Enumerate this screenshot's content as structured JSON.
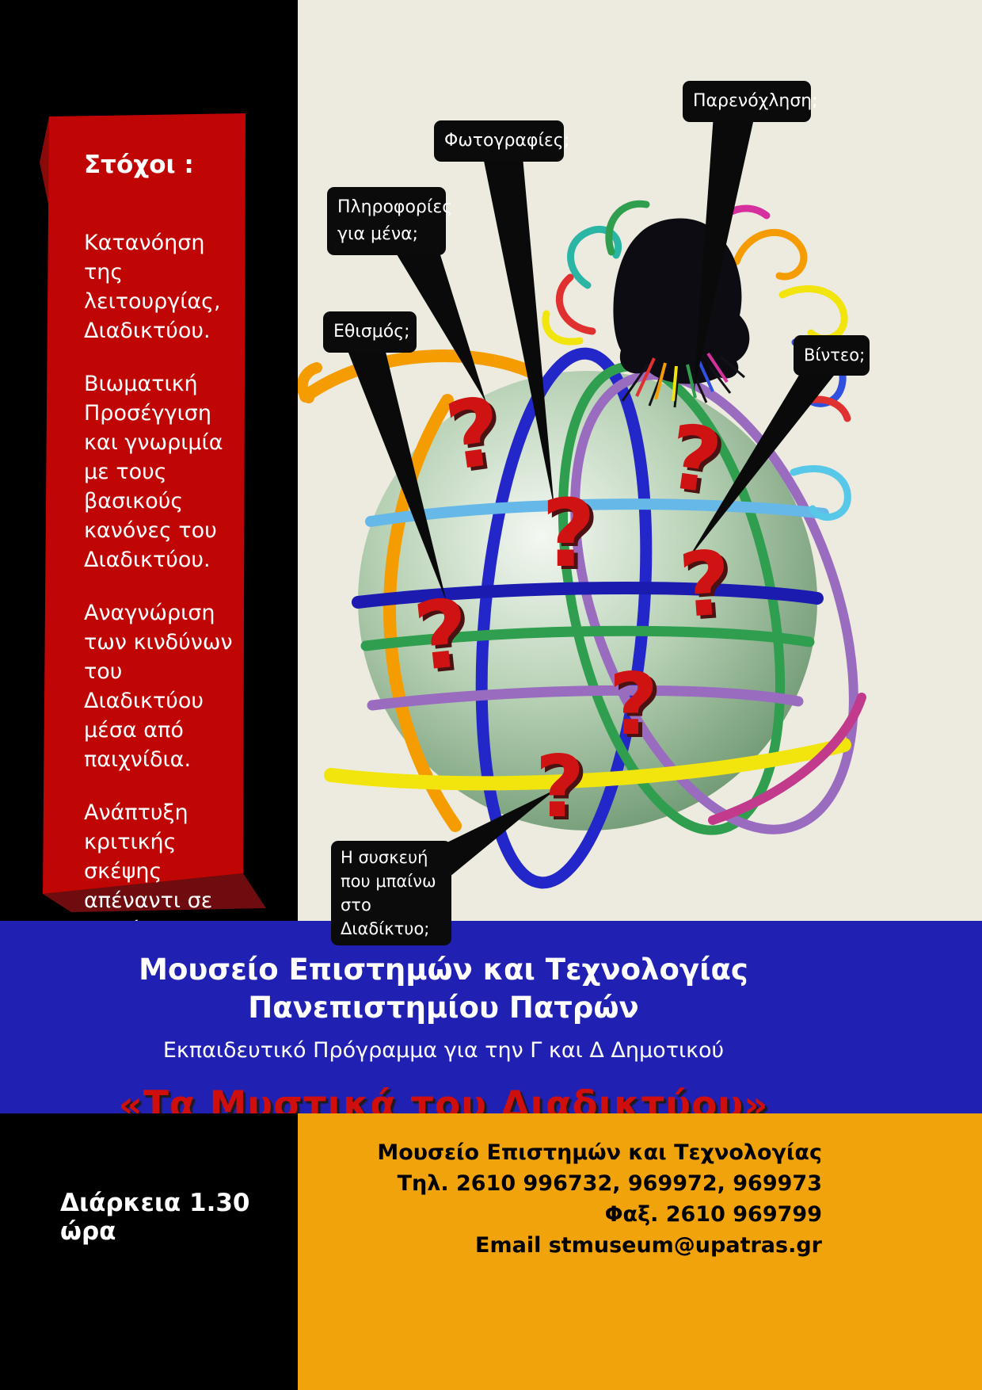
{
  "goals": {
    "title": "Στόχοι :",
    "items": [
      "Κατανόηση της λειτουργίας, Διαδικτύου.",
      "Βιωματική Προσέγγιση και γνωριμία με τους βασικούς κανόνες του Διαδικτύου.",
      "Αναγνώριση των  κινδύνων του Διαδικτύου μέσα από παιχνίδια.",
      "Ανάπτυξη κριτικής σκέψης απέναντι σε κινδύνους."
    ]
  },
  "callouts": {
    "info_about_me": "Πληροφορίες για μένα;",
    "photos": "Φωτογραφίες;",
    "harassment": "Παρενόχληση;",
    "addiction": "Εθισμός;",
    "video": "Βίντεο;",
    "device": "Η συσκευή που μπαίνω  στο Διαδίκτυο;"
  },
  "question_mark": "?",
  "info_band": {
    "museum_line1": "Μουσείο  Επιστημών και Τεχνολογίας",
    "museum_line2": "Πανεπιστημίου Πατρών",
    "program": "Εκπαιδευτικό Πρόγραμμα για την Γ και Δ Δημοτικού",
    "title": "«Τα Μυστικά του Διαδικτύου»"
  },
  "footer": {
    "duration": "Διάρκεια  1.30 ώρα",
    "contact_lines": [
      "Μουσείο Επιστημών και Τεχνολογίας",
      "Τηλ. 2610 996732, 969972, 969973",
      "Φαξ. 2610 969799",
      "Email stmuseum@upatras.gr"
    ]
  },
  "colors": {
    "accent_red": "#c00505",
    "band_blue": "#2020b2",
    "footer_orange": "#f0a30a",
    "globe_green": "#5d8a62",
    "question_red": "#cf1212"
  }
}
